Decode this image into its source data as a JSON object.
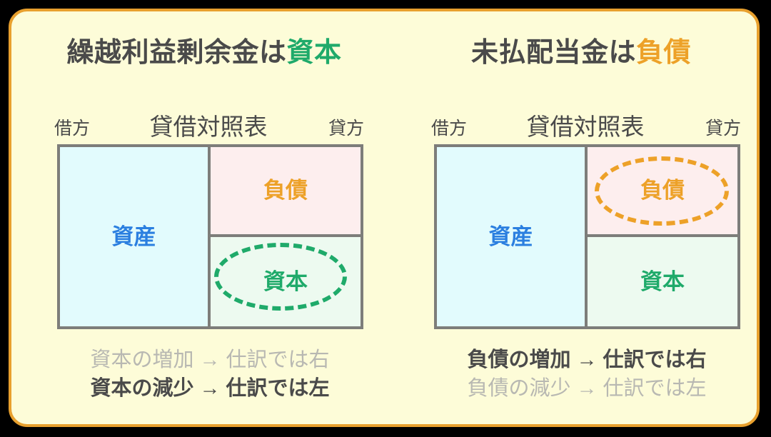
{
  "colors": {
    "page_background": "#000000",
    "card_background": "#fdfcd8",
    "card_border": "#e8a02e",
    "text_dark": "#4a4a4a",
    "text_faint": "#b8b8b2",
    "assets_blue": "#2b7fe0",
    "assets_fill": "#e2fbfd",
    "liability_orange": "#eda128",
    "liability_fill": "#fdeeee",
    "equity_green": "#1faa6a",
    "equity_fill": "#edfaf0",
    "table_border": "#7d7d7a"
  },
  "panels": [
    {
      "title_prefix": "繰越利益剰余金は",
      "title_highlight": "資本",
      "title_highlight_color": "#1faa6a",
      "table": {
        "debit_label": "借方",
        "title": "貸借対照表",
        "credit_label": "貸方",
        "cells": {
          "assets": "資産",
          "liabilities": "負債",
          "equity": "資本"
        },
        "circled_cell": "equity",
        "circle_color": "#1faa6a"
      },
      "rules": [
        {
          "text": "資本の増加 → 仕訳では右",
          "emphasis": "faint"
        },
        {
          "text": "資本の減少 → 仕訳では左",
          "emphasis": "strong"
        }
      ]
    },
    {
      "title_prefix": "未払配当金は",
      "title_highlight": "負債",
      "title_highlight_color": "#eda128",
      "table": {
        "debit_label": "借方",
        "title": "貸借対照表",
        "credit_label": "貸方",
        "cells": {
          "assets": "資産",
          "liabilities": "負債",
          "equity": "資本"
        },
        "circled_cell": "liabilities",
        "circle_color": "#eda128"
      },
      "rules": [
        {
          "text": "負債の増加 → 仕訳では右",
          "emphasis": "strong"
        },
        {
          "text": "負債の減少 → 仕訳では左",
          "emphasis": "faint"
        }
      ]
    }
  ]
}
